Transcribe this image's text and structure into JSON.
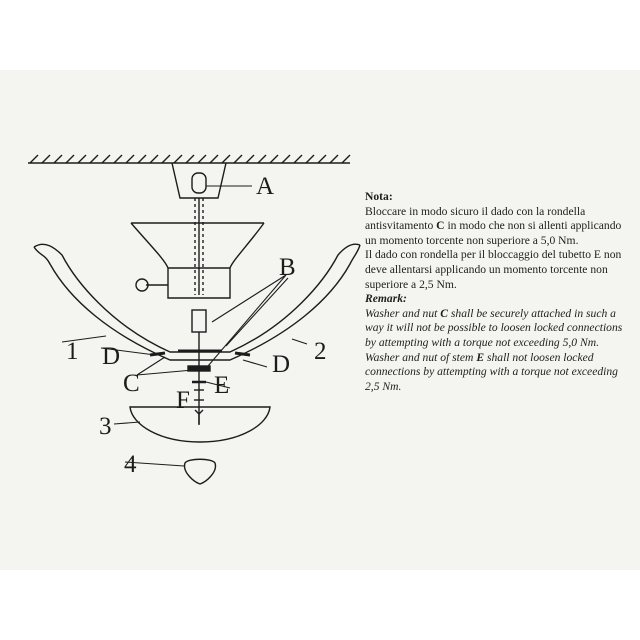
{
  "diagram": {
    "labels": {
      "A": "A",
      "B": "B",
      "C": "C",
      "D_left": "D",
      "D_right": "D",
      "E": "E",
      "F": "F",
      "n1": "1",
      "n2": "2",
      "n3": "3",
      "n4": "4"
    },
    "colors": {
      "ink": "#1c1c1c",
      "background": "#f4f4f1"
    }
  },
  "notes": {
    "title": "Nota:",
    "it_text_1_pre": "Bloccare in modo sicuro il dado con la rondella antisvitamento ",
    "it_text_1_key": "C",
    "it_text_1_post": " in modo che non si allenti applicando un momento torcente non superiore a 5,0 Nm.",
    "it_text_2_pre": "Il dado con rondella per il bloccaggio del tubetto ",
    "it_text_2_key": "E",
    "it_text_2_post": " non deve allentarsi applicando un momento torcente non superiore a 2,5 Nm.",
    "remark_title": "Remark:",
    "en_text_1_pre": "Washer and nut ",
    "en_text_1_key": "C",
    "en_text_1_post": " shall be securely attached in such a way it will not be possible to loosen locked connections by attempting with a torque not exceeding 5,0 Nm.",
    "en_text_2_pre": "Washer and nut of stem ",
    "en_text_2_key": "E",
    "en_text_2_post": " shall not loosen locked connections by attempting with a torque not exceeding 2,5 Nm."
  }
}
